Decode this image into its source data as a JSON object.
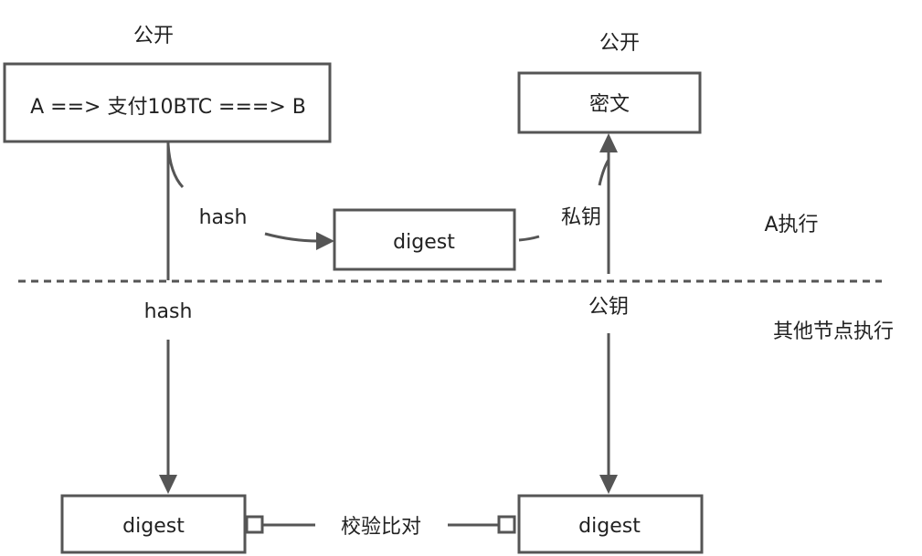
{
  "labels": {
    "public_left": "公开",
    "public_right": "公开",
    "transaction": "A ==> 支付10BTC ===> B",
    "ciphertext": "密文",
    "hash_top": "hash",
    "digest_mid": "digest",
    "private_key": "私钥",
    "a_executes": "A执行",
    "hash_bottom": "hash",
    "public_key": "公钥",
    "other_nodes_execute": "其他节点执行",
    "digest_left": "digest",
    "digest_right": "digest",
    "verify_compare": "校验比对"
  },
  "colors": {
    "stroke": "#555555",
    "text": "#222222"
  }
}
